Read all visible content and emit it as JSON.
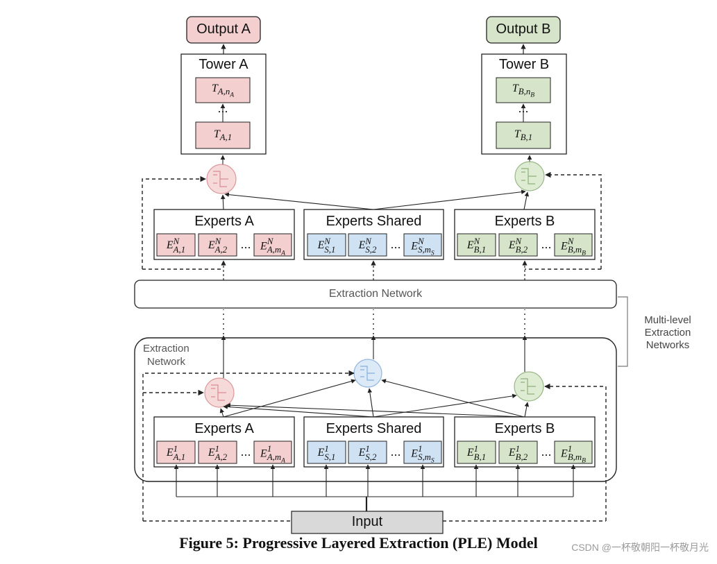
{
  "colors": {
    "pink_fill": "#f3cfd0",
    "pink_stroke": "#d98c90",
    "green_fill": "#d6e5c9",
    "green_stroke": "#8fb07a",
    "blue_fill": "#cfe2f4",
    "blue_stroke": "#87aedc",
    "gray_fill": "#d9d9d9",
    "line": "#222222"
  },
  "outputs": {
    "a": "Output A",
    "b": "Output B"
  },
  "towers": {
    "a": {
      "title": "Tower A",
      "top": "T_{A,n_A}",
      "ellipsis": "...",
      "bottom": "T_{A,1}"
    },
    "b": {
      "title": "Tower B",
      "top": "T_{B,n_B}",
      "ellipsis": "...",
      "bottom": "T_{B,1}"
    }
  },
  "upper_level": {
    "experts_a": {
      "title": "Experts A",
      "cells": [
        "E^N_{A,1}",
        "E^N_{A,2}",
        "E^N_{A,m_A}"
      ]
    },
    "experts_shared": {
      "title": "Experts Shared",
      "cells": [
        "E^N_{S,1}",
        "E^N_{S,2}",
        "E^N_{S,m_S}"
      ]
    },
    "experts_b": {
      "title": "Experts B",
      "cells": [
        "E^N_{B,1}",
        "E^N_{B,2}",
        "E^N_{B,m_B}"
      ]
    }
  },
  "extraction_network_bar": "Extraction Network",
  "multi_level_note": [
    "Multi-level",
    "Extraction",
    "Networks"
  ],
  "lower_level": {
    "title": [
      "Extraction",
      "Network"
    ],
    "experts_a": {
      "title": "Experts A",
      "cells": [
        "E^1_{A,1}",
        "E^1_{A,2}",
        "E^1_{A,m_A}"
      ]
    },
    "experts_shared": {
      "title": "Experts Shared",
      "cells": [
        "E^1_{S,1}",
        "E^1_{S,2}",
        "E^1_{S,m_S}"
      ]
    },
    "experts_b": {
      "title": "Experts B",
      "cells": [
        "E^1_{B,1}",
        "E^1_{B,2}",
        "E^1_{B,m_B}"
      ]
    }
  },
  "ellipsis": "...",
  "input": "Input",
  "caption": "Figure 5: Progressive Layered Extraction (PLE) Model",
  "watermark": "CSDN @一杯敬朝阳一杯敬月光"
}
